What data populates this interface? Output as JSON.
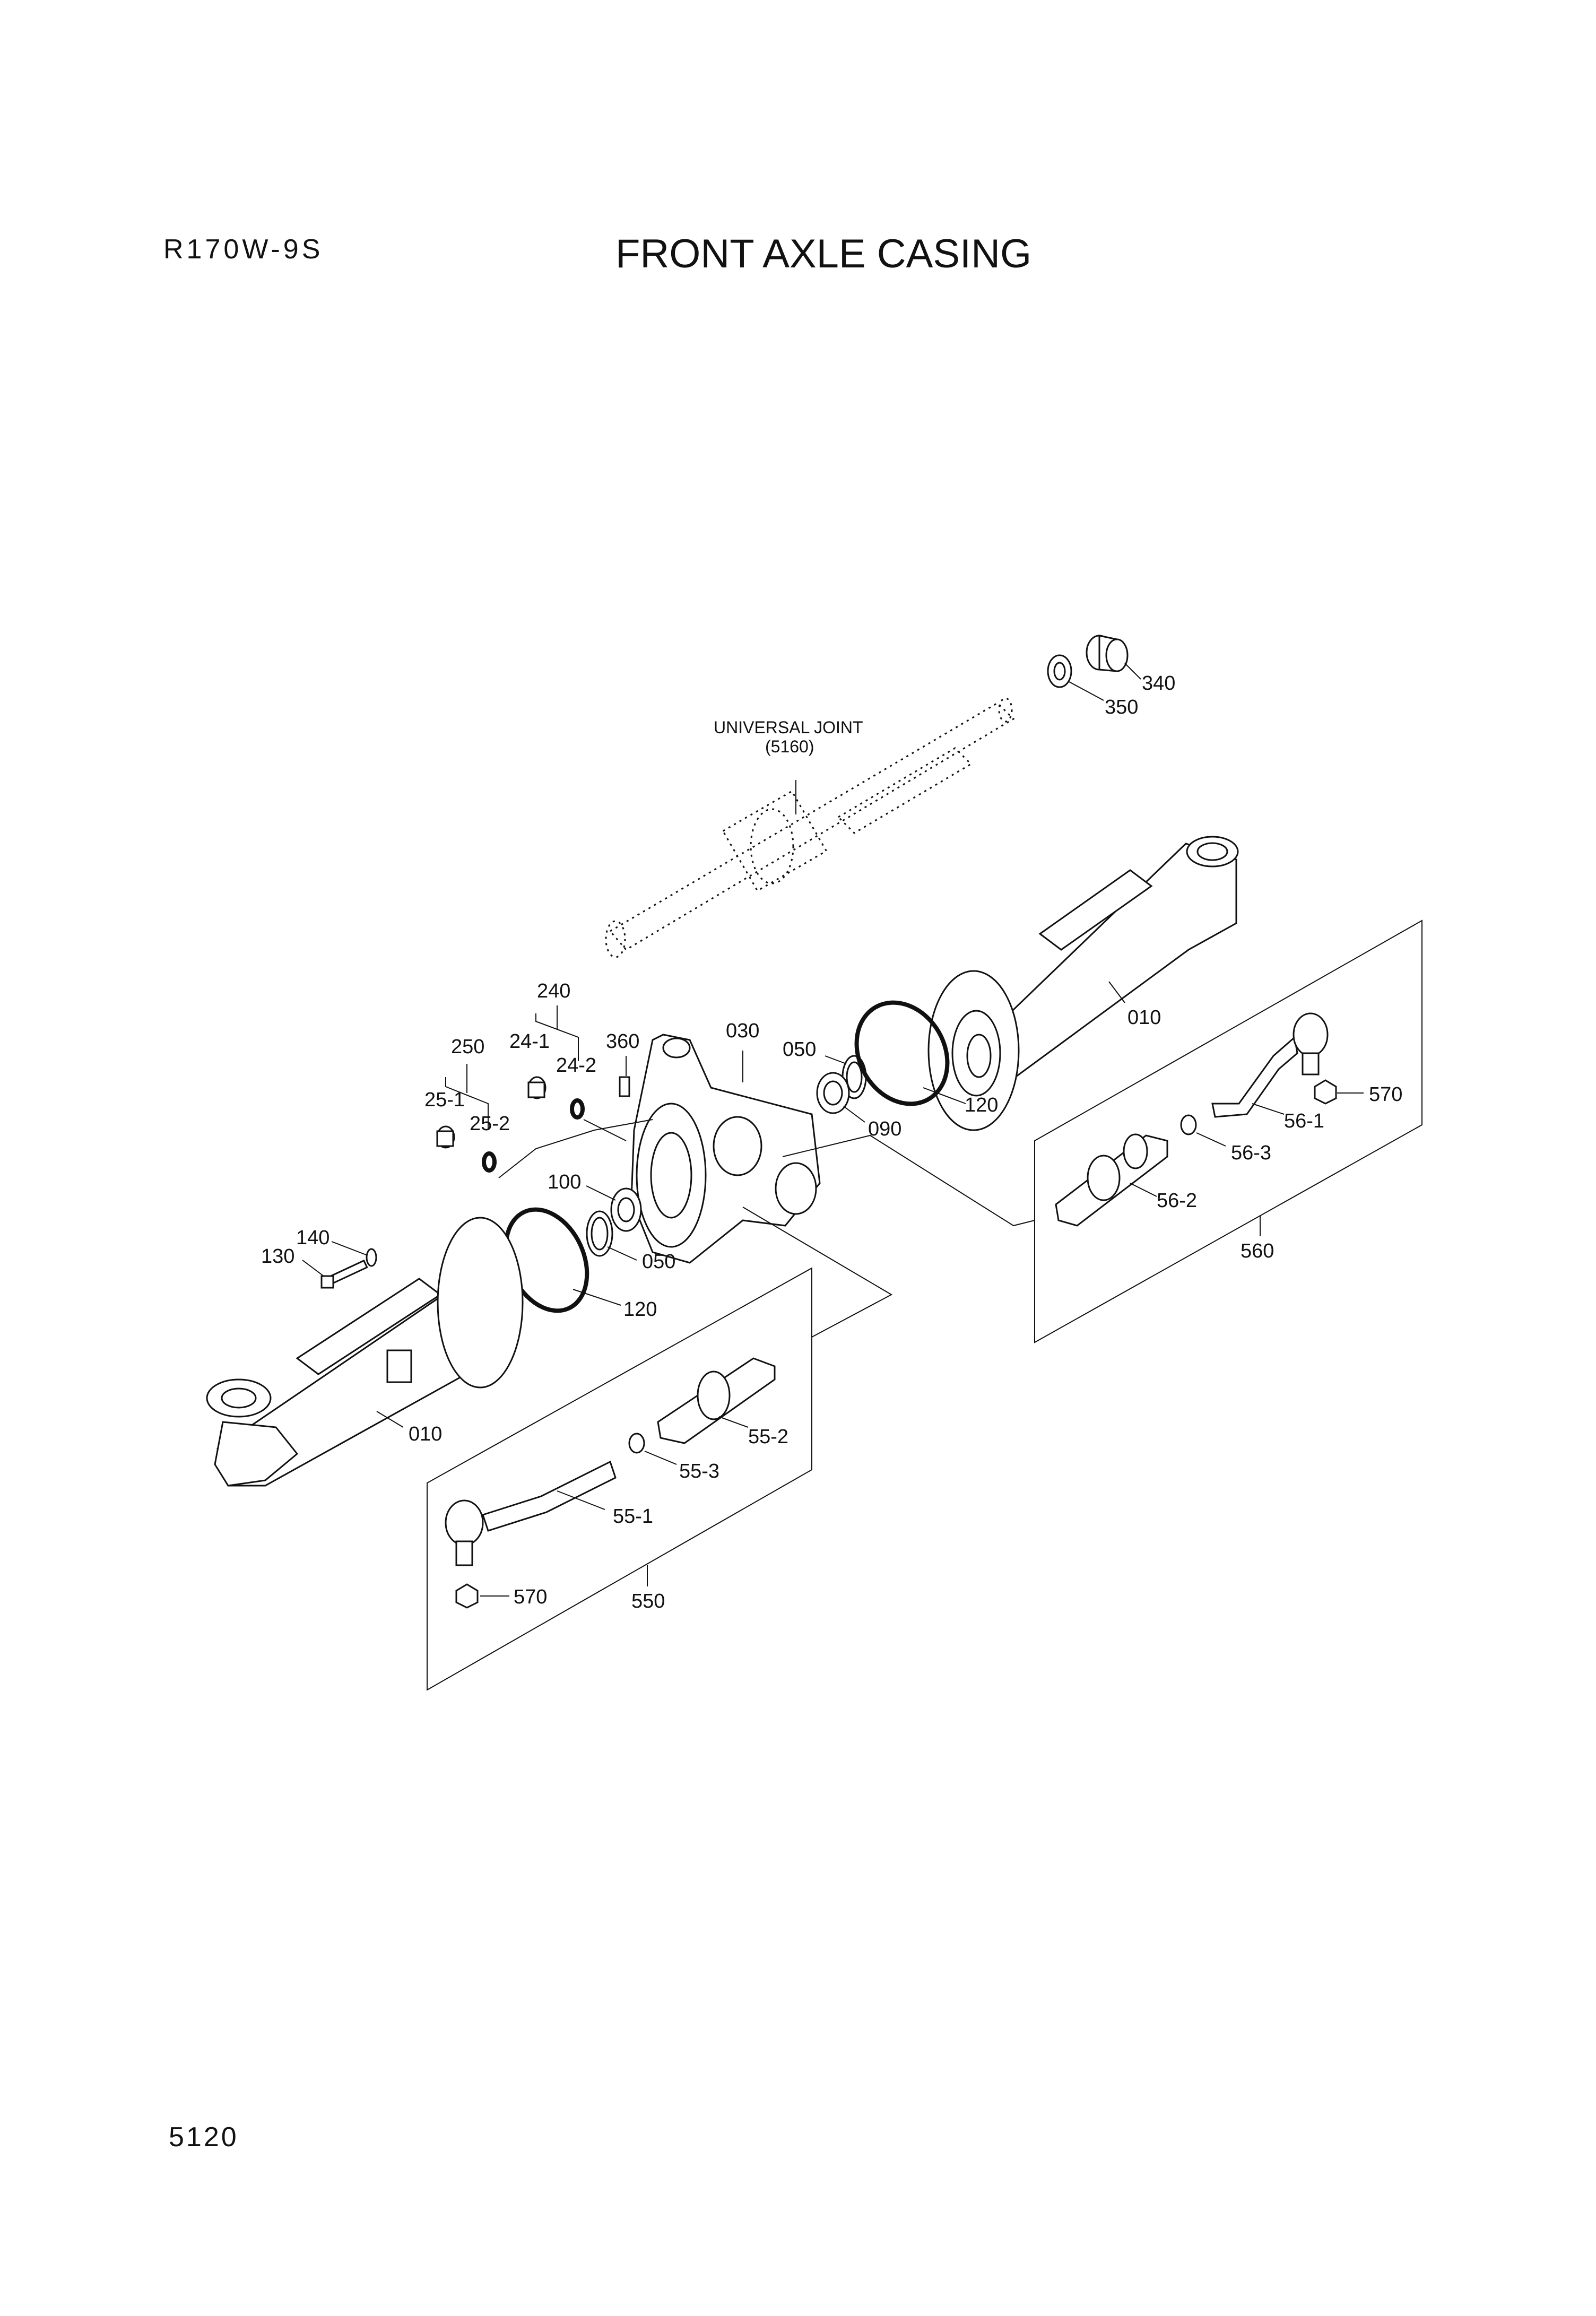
{
  "header": {
    "model_code": "R170W-9S",
    "title": "FRONT AXLE CASING"
  },
  "footer": {
    "page_number": "5120"
  },
  "diagram": {
    "reference_assembly": {
      "name": "UNIVERSAL JOINT",
      "ref": "(5160)"
    },
    "callouts": {
      "c340": "340",
      "c350": "350",
      "c010_right": "010",
      "c010_left": "010",
      "c030": "030",
      "c240": "240",
      "c24_1": "24-1",
      "c24_2": "24-2",
      "c250": "250",
      "c25_1": "25-1",
      "c25_2": "25-2",
      "c360": "360",
      "c050_top": "050",
      "c050_bottom": "050",
      "c120_top": "120",
      "c120_bottom": "120",
      "c090": "090",
      "c100": "100",
      "c130": "130",
      "c140": "140",
      "c570_right": "570",
      "c570_left": "570",
      "c56_1": "56-1",
      "c56_2": "56-2",
      "c56_3": "56-3",
      "c560": "560",
      "c55_1": "55-1",
      "c55_2": "55-2",
      "c55_3": "55-3",
      "c550": "550"
    }
  }
}
